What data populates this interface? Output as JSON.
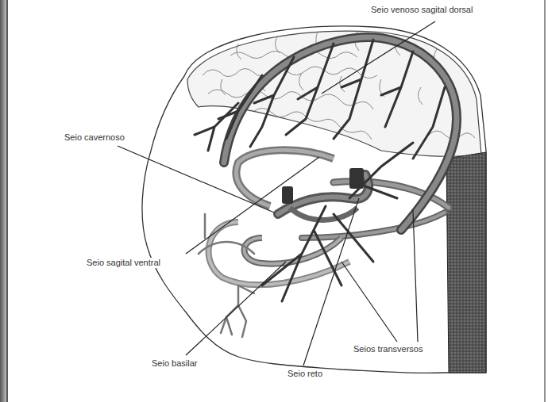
{
  "diagram": {
    "labels": [
      "Seio venoso sagital dorsal",
      "Seio cavernoso",
      "Seio sagital ventral",
      "Seio basilar",
      "Seio reto",
      "Seios transversos"
    ]
  }
}
